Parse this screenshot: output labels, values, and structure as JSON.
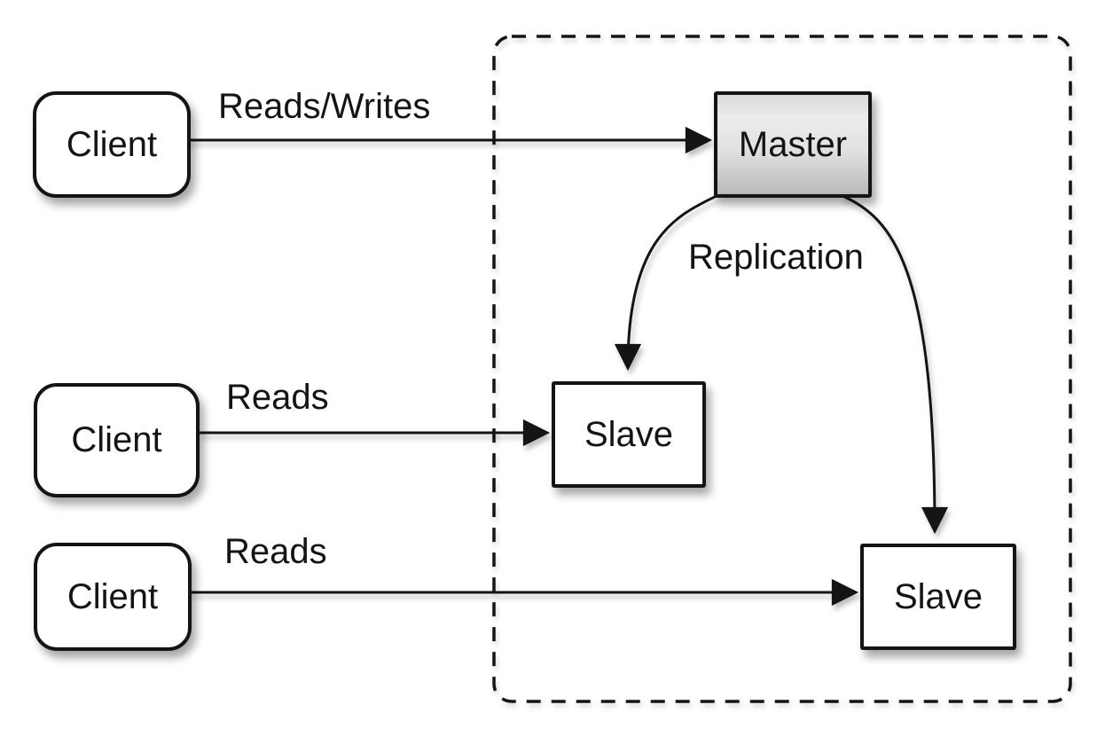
{
  "diagram": {
    "type": "architecture-diagram",
    "topic": "master-slave-replication",
    "nodes": {
      "client_top": {
        "label": "Client",
        "shape": "rounded-rect"
      },
      "client_middle": {
        "label": "Client",
        "shape": "rounded-rect"
      },
      "client_bottom": {
        "label": "Client",
        "shape": "rounded-rect"
      },
      "master": {
        "label": "Master",
        "shape": "rect",
        "fill": "gray-gradient"
      },
      "slave_upper": {
        "label": "Slave",
        "shape": "rect"
      },
      "slave_lower": {
        "label": "Slave",
        "shape": "rect"
      }
    },
    "edges": {
      "reads_writes": {
        "label": "Reads/Writes",
        "from": "client_top",
        "to": "master"
      },
      "reads_middle": {
        "label": "Reads",
        "from": "client_middle",
        "to": "slave_upper"
      },
      "reads_bottom": {
        "label": "Reads",
        "from": "client_bottom",
        "to": "slave_lower"
      },
      "replication": {
        "label": "Replication",
        "from": "master",
        "to": "slave_upper, slave_lower"
      }
    },
    "boundary": {
      "style": "dashed",
      "contains": "master, slave_upper, slave_lower"
    },
    "colors": {
      "background": "#ffffff",
      "stroke": "#141414",
      "node_fill": "#ffffff",
      "master_fill_top": "#ececec",
      "master_fill_bottom": "#b9b9b9",
      "shadow": "rgba(0,0,0,0.35)"
    }
  }
}
